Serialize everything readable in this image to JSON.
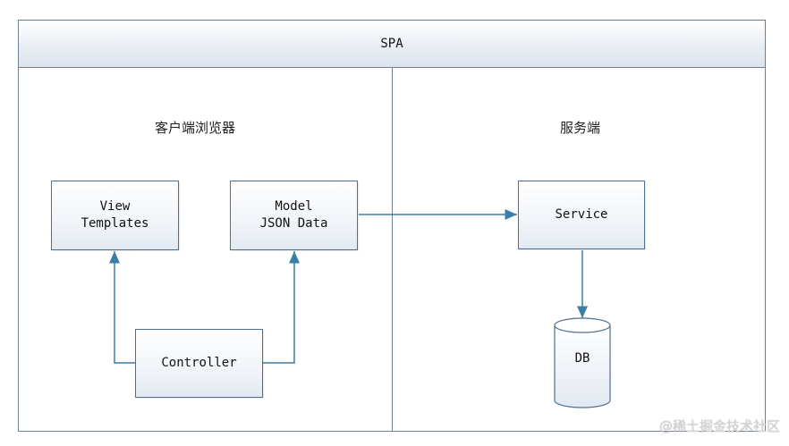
{
  "title": "SPA",
  "left_section_label": "客户端浏览器",
  "right_section_label": "服务端",
  "nodes": {
    "view": "View\nTemplates",
    "model": "Model\nJSON Data",
    "controller": "Controller",
    "service": "Service",
    "db": "DB"
  },
  "watermark": "@稀土掘金技术社区",
  "colors": {
    "border": "#4f6f8f",
    "arrow": "#3b7fa6",
    "box_fill_bottom": "#e3e9f1"
  }
}
